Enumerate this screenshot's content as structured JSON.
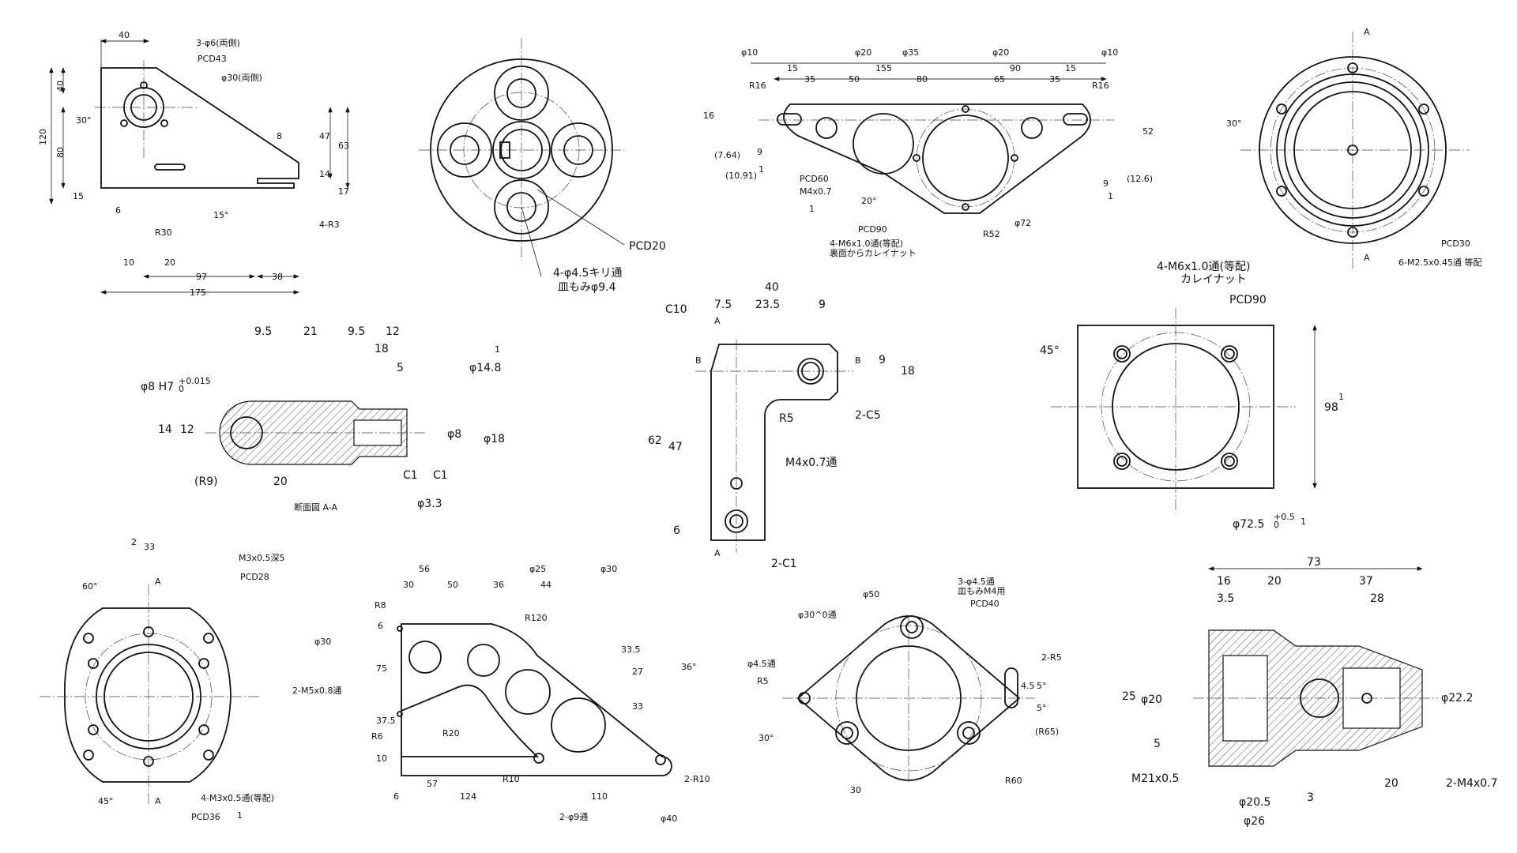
{
  "drawing_1": {
    "dims": [
      "40",
      "120",
      "40",
      "80",
      "15",
      "3-φ6(両側)",
      "PCD43",
      "φ30(両側)",
      "30°",
      "8",
      "47",
      "63",
      "14",
      "17",
      "6",
      "R30",
      "15°",
      "4-R3",
      "10",
      "20",
      "97",
      "38",
      "175"
    ]
  },
  "drawing_2": {
    "dims": [
      "PCD20",
      "4-φ4.5キリ通",
      "皿もみφ9.4"
    ]
  },
  "drawing_3": {
    "dims": [
      "φ10",
      "φ20",
      "φ35",
      "φ20",
      "φ10",
      "15",
      "155",
      "90",
      "15",
      "35",
      "50",
      "80",
      "65",
      "35",
      "R16",
      "R16",
      "16",
      "(7.64)",
      "(10.91)",
      "9",
      "52",
      "9",
      "(12.6)",
      "PCD60",
      "M4x0.7",
      "20°",
      "PCD90",
      "φ72",
      "4-M6x1.0通(等配)",
      "裏面からカレイナット",
      "R52"
    ],
    "flags": [
      "1",
      "1",
      "1"
    ]
  },
  "drawing_4": {
    "dims": [
      "A",
      "30°",
      "PCD30",
      "6-M2.5x0.45通 等配",
      "A"
    ]
  },
  "drawing_5": {
    "dims": [
      "9.5",
      "21",
      "9.5",
      "12",
      "18",
      "5",
      "φ14.8",
      "φ8 H7",
      "+0.015",
      "0",
      "14",
      "12",
      "φ8",
      "φ18",
      "(R9)",
      "20",
      "C1",
      "C1",
      "φ3.3",
      "断面図 A-A"
    ],
    "flags": [
      "1"
    ]
  },
  "drawing_6": {
    "dims": [
      "40",
      "C10",
      "7.5",
      "23.5",
      "9",
      "A",
      "B",
      "B",
      "9",
      "18",
      "62",
      "47",
      "R5",
      "2-C5",
      "M4x0.7通",
      "6",
      "A",
      "2-C1"
    ]
  },
  "drawing_7": {
    "dims": [
      "4-M6x1.0通(等配)",
      "カレイナット",
      "PCD90",
      "45°",
      "98",
      "φ72.5",
      "+0.5",
      "0"
    ],
    "flags": [
      "1",
      "1"
    ]
  },
  "drawing_8": {
    "dims": [
      "33",
      "M3x0.5深5",
      "PCD28",
      "60°",
      "A",
      "45°",
      "A",
      "4-M3x0.5通(等配)",
      "PCD36"
    ],
    "flags": [
      "2",
      "1"
    ]
  },
  "drawing_9": {
    "dims": [
      "56",
      "30",
      "50",
      "36",
      "44",
      "φ25",
      "φ30",
      "R8",
      "R120",
      "φ30",
      "6",
      "75",
      "33.5",
      "27",
      "36°",
      "2-M5x0.8通",
      "33",
      "37.5",
      "R6",
      "R20",
      "10",
      "R10",
      "57",
      "124",
      "110",
      "6",
      "2-R10",
      "2-φ9通",
      "φ40"
    ]
  },
  "drawing_10": {
    "dims": [
      "φ50",
      "3-φ4.5通",
      "皿もみM4用",
      "φ30^0通",
      "PCD40",
      "φ4.5通",
      "R5",
      "2-R5",
      "4.5",
      "5°",
      "5°",
      "(R65)",
      "30°",
      "R60",
      "30"
    ]
  },
  "drawing_11": {
    "dims": [
      "73",
      "16",
      "20",
      "37",
      "3.5",
      "28",
      "25",
      "φ20",
      "5",
      "φ22.2",
      "M21x0.5",
      "20",
      "2-M4x0.7",
      "3",
      "φ20.5",
      "φ26"
    ]
  }
}
